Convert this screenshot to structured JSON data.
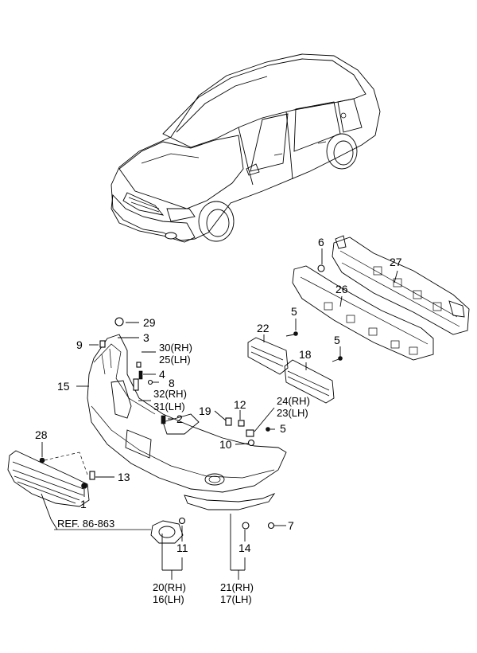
{
  "labels": [
    {
      "id": "p6",
      "text": "6"
    },
    {
      "id": "p27",
      "text": "27"
    },
    {
      "id": "p26",
      "text": "26"
    },
    {
      "id": "p5a",
      "text": "5"
    },
    {
      "id": "p22",
      "text": "22"
    },
    {
      "id": "p18",
      "text": "18"
    },
    {
      "id": "p5b",
      "text": "5"
    },
    {
      "id": "p29",
      "text": "29"
    },
    {
      "id": "p3",
      "text": "3"
    },
    {
      "id": "p9",
      "text": "9"
    },
    {
      "id": "p30",
      "text": "30(RH)"
    },
    {
      "id": "p25",
      "text": "25(LH)"
    },
    {
      "id": "p4",
      "text": "4"
    },
    {
      "id": "p8",
      "text": "8"
    },
    {
      "id": "p15",
      "text": "15"
    },
    {
      "id": "p32",
      "text": "32(RH)"
    },
    {
      "id": "p31",
      "text": "31(LH)"
    },
    {
      "id": "p24",
      "text": "24(RH)"
    },
    {
      "id": "p23",
      "text": "23(LH)"
    },
    {
      "id": "p12",
      "text": "12"
    },
    {
      "id": "p19",
      "text": "19"
    },
    {
      "id": "p2",
      "text": "2"
    },
    {
      "id": "p5c",
      "text": "5"
    },
    {
      "id": "p10",
      "text": "10"
    },
    {
      "id": "p28",
      "text": "28"
    },
    {
      "id": "p13",
      "text": "13"
    },
    {
      "id": "p1",
      "text": "1"
    },
    {
      "id": "ref",
      "text": "REF. 86-863"
    },
    {
      "id": "p7",
      "text": "7"
    },
    {
      "id": "p11",
      "text": "11"
    },
    {
      "id": "p14",
      "text": "14"
    },
    {
      "id": "p20",
      "text": "20(RH)"
    },
    {
      "id": "p16",
      "text": "16(LH)"
    },
    {
      "id": "p21",
      "text": "21(RH)"
    },
    {
      "id": "p17",
      "text": "17(LH)"
    }
  ]
}
